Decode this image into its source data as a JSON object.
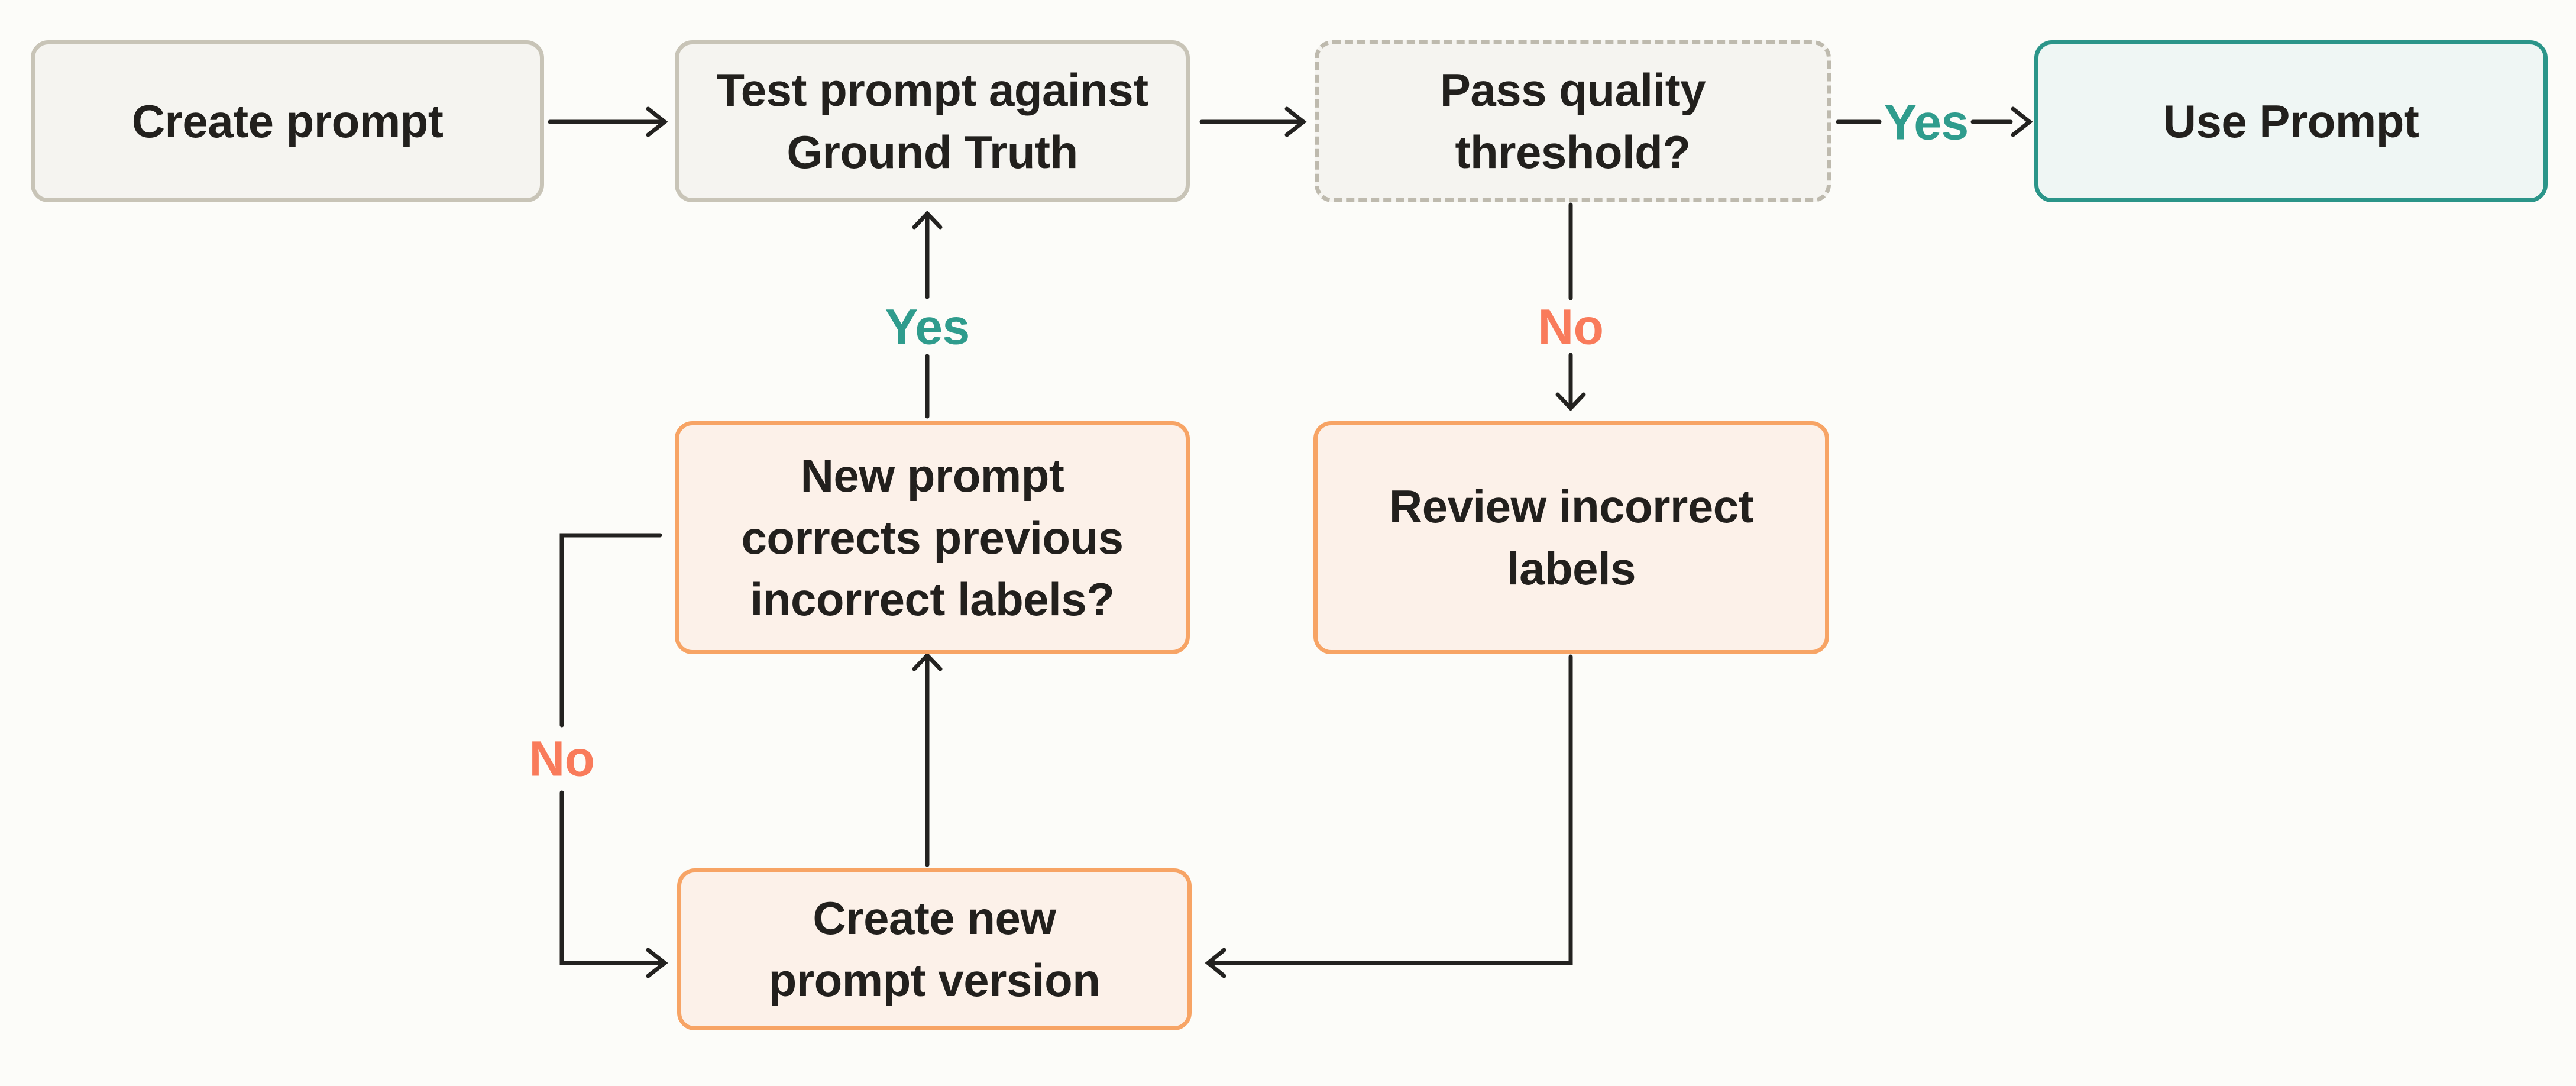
{
  "nodes": {
    "create_prompt": {
      "label": "Create prompt"
    },
    "test_prompt": {
      "label": "Test prompt against\nGround Truth"
    },
    "pass_quality": {
      "label": "Pass quality\nthreshold?"
    },
    "use_prompt": {
      "label": "Use Prompt"
    },
    "new_prompt_corrects": {
      "label": "New prompt\ncorrects previous\nincorrect labels?"
    },
    "review_incorrect": {
      "label": "Review incorrect\nlabels"
    },
    "create_new_version": {
      "label": "Create new\nprompt version"
    }
  },
  "edge_labels": {
    "pass_yes": "Yes",
    "pass_no": "No",
    "corrects_yes": "Yes",
    "corrects_no": "No"
  },
  "colors": {
    "background": "#FCFCF9",
    "neutral_fill": "#F5F4F0",
    "neutral_border": "#C8C4B7",
    "dashed_border": "#BEBAAE",
    "teal_border": "#2B9589",
    "teal_fill": "#EFF6F4",
    "orange_border": "#F7A465",
    "orange_fill": "#FCF1E9",
    "yes_text": "#2F9C8D",
    "no_text": "#F97B5B",
    "ink": "#22201D",
    "line": "#232220"
  }
}
